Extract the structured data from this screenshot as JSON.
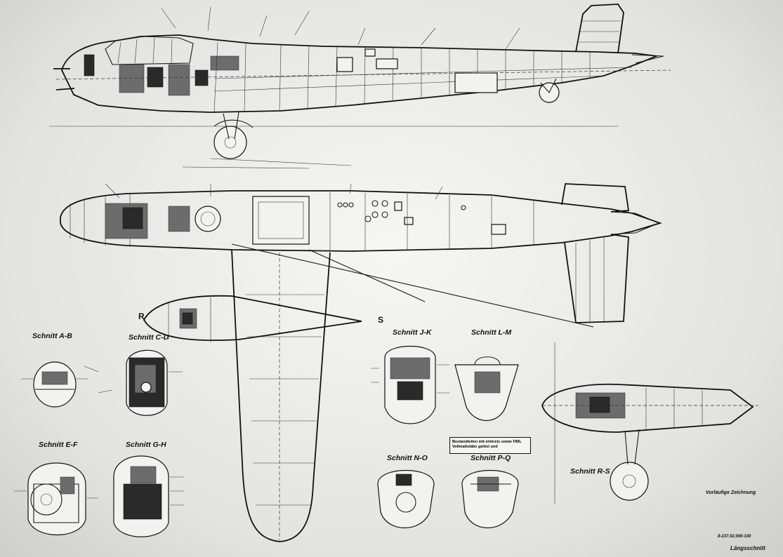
{
  "sections": {
    "ab": "Schnitt A-B",
    "cd": "Schnitt C-D",
    "ef": "Schnitt E-F",
    "gh": "Schnitt G-H",
    "jk": "Schnitt J-K",
    "lm": "Schnitt L-M",
    "no": "Schnitt N-O",
    "pq": "Schnitt P-Q",
    "rs": "Schnitt R-S"
  },
  "markers": {
    "r": "R",
    "s": "S"
  },
  "note_box": "Bestandteilen mit einkreis sowie FBIL Vollmaßstäbe gelöst und",
  "footer": {
    "label": "Vorläufige Zeichnung",
    "drawing_number": "8-237.02.000-100",
    "title": "Längsschnitt"
  }
}
